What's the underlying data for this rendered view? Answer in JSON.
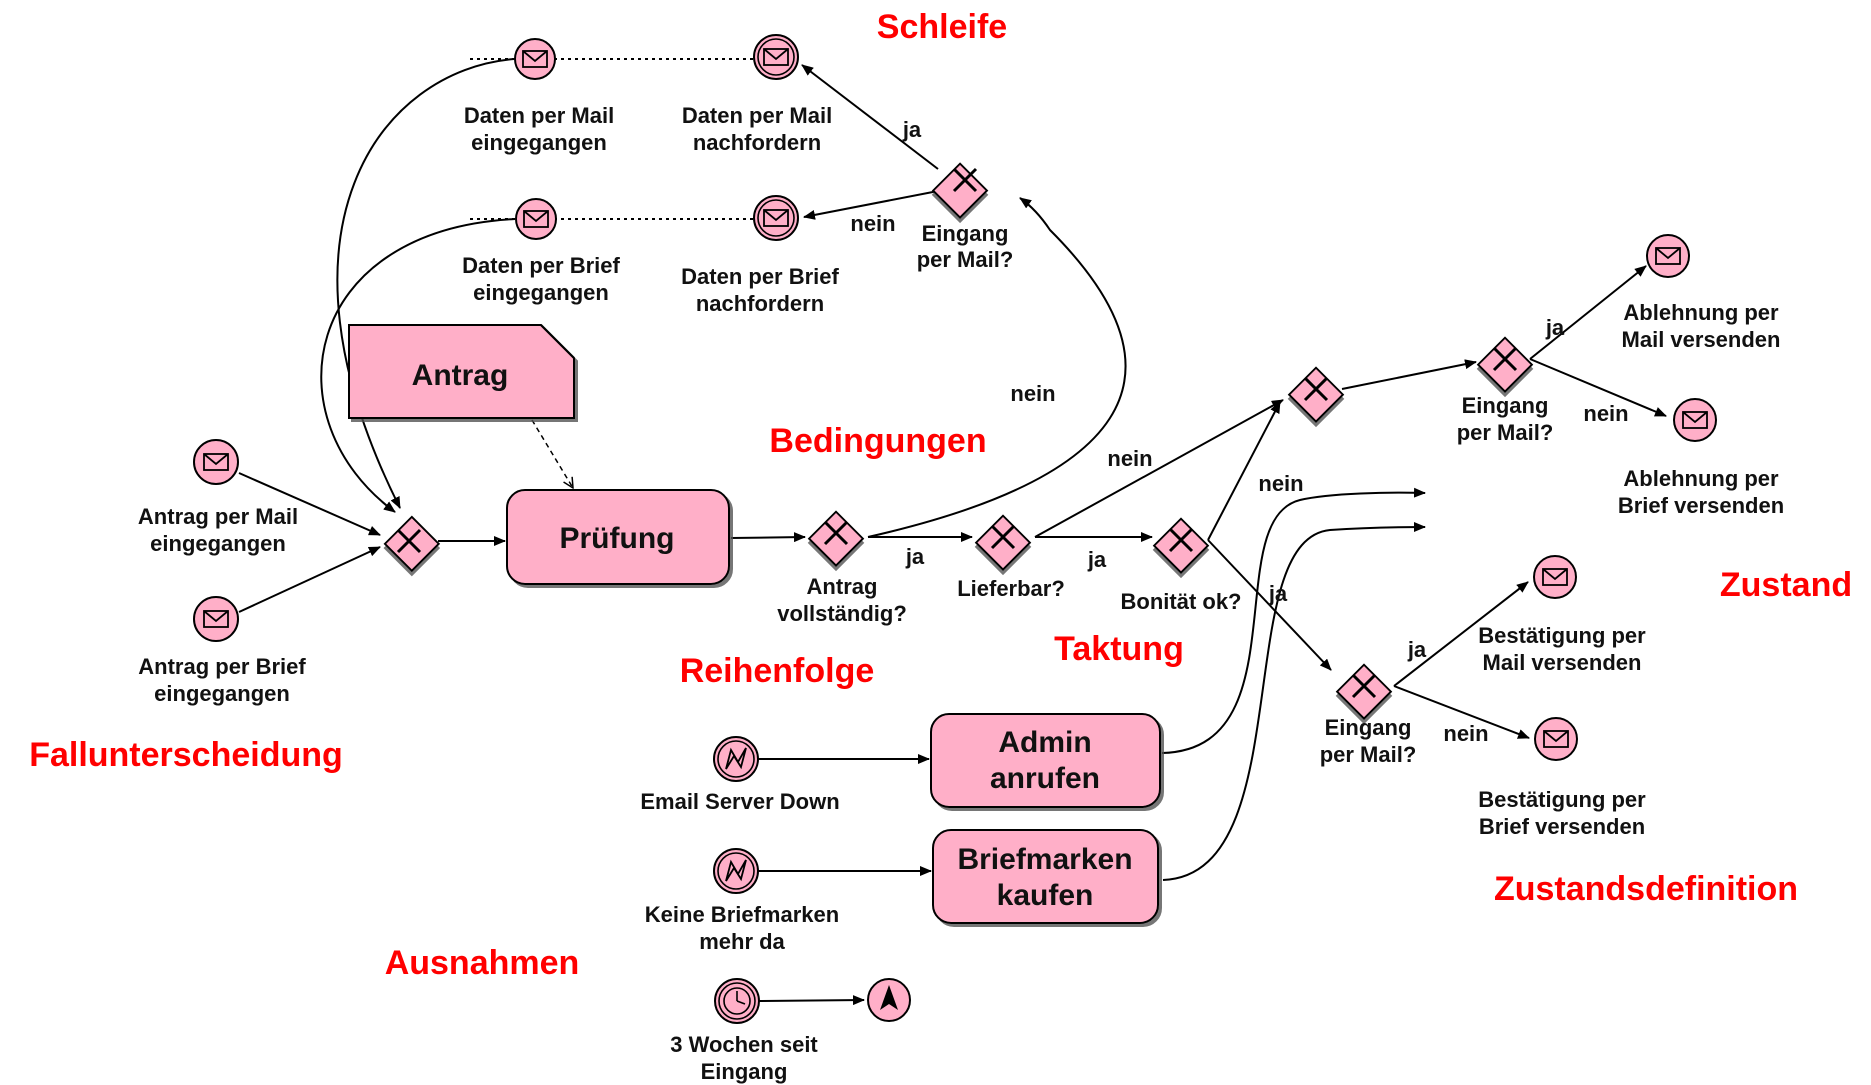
{
  "annotations": {
    "schleife": "Schleife",
    "bedingungen": "Bedingungen",
    "reihenfolge": "Reihenfolge",
    "taktung": "Taktung",
    "zustand": "Zustand",
    "fallunterscheidung": "Fallunterscheidung",
    "zustandsdefinition": "Zustandsdefinition",
    "ausnahmen": "Ausnahmen"
  },
  "tasks": {
    "pruefung": "Prüfung",
    "admin": [
      "Admin",
      "anrufen"
    ],
    "briefmarken": [
      "Briefmarken",
      "kaufen"
    ]
  },
  "data_object": {
    "antrag": "Antrag"
  },
  "events": {
    "daten_mail_eingegangen": [
      "Daten per Mail",
      "eingegangen"
    ],
    "daten_mail_nachfordern": [
      "Daten per Mail",
      "nachfordern"
    ],
    "daten_brief_eingegangen": [
      "Daten per Brief",
      "eingegangen"
    ],
    "daten_brief_nachfordern": [
      "Daten per Brief",
      "nachfordern"
    ],
    "antrag_mail": [
      "Antrag per Mail",
      "eingegangen"
    ],
    "antrag_brief": [
      "Antrag per Brief",
      "eingegangen"
    ],
    "ablehnung_mail": [
      "Ablehnung per",
      "Mail versenden"
    ],
    "ablehnung_brief": [
      "Ablehnung per",
      "Brief versenden"
    ],
    "bestaetigung_mail": [
      "Bestätigung per",
      "Mail versenden"
    ],
    "bestaetigung_brief": [
      "Bestätigung per",
      "Brief versenden"
    ],
    "email_server_down": [
      "Email Server Down"
    ],
    "keine_briefmarken": [
      "Keine Briefmarken",
      "mehr da"
    ],
    "drei_wochen": [
      "3 Wochen seit",
      "Eingang"
    ]
  },
  "gateways": {
    "eingang_top": [
      "Eingang",
      "per Mail?"
    ],
    "antrag_vollstaendig": [
      "Antrag",
      "vollständig?"
    ],
    "lieferbar": [
      "Lieferbar?"
    ],
    "bonitaet": [
      "Bonität ok?"
    ],
    "eingang_right": [
      "Eingang",
      "per Mail?"
    ],
    "eingang_bottom": [
      "Eingang",
      "per Mail?"
    ]
  },
  "edge_labels": {
    "ja": "ja",
    "nein": "nein"
  },
  "colors": {
    "fill": "#ffafc8",
    "annotation": "#ff0000",
    "stroke": "#000000"
  },
  "icons": [
    "envelope-icon",
    "x-icon",
    "lightning-icon",
    "clock-icon",
    "compass-icon"
  ]
}
